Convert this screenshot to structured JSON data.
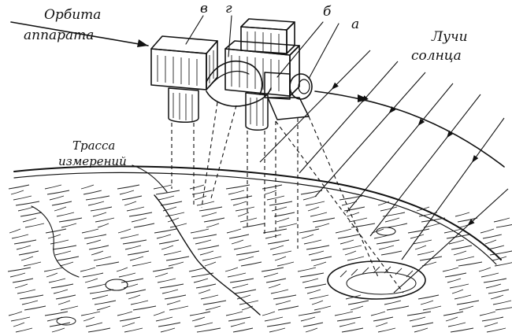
{
  "labels": {
    "orbit_line1": "Орбита",
    "orbit_line2": "аппарата",
    "sun_line1": "Лучи",
    "sun_line2": "солнца",
    "track_line1": "Трасса",
    "track_line2": "измерений",
    "letter_v": "в",
    "letter_g": "г",
    "letter_b": "б",
    "letter_a": "а"
  }
}
